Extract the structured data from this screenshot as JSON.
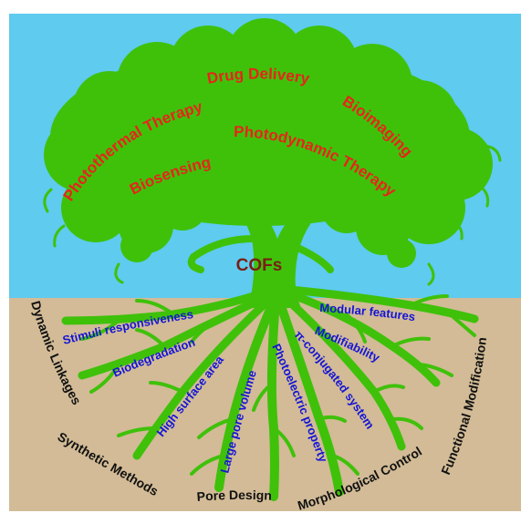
{
  "colors": {
    "sky": "#5ecbef",
    "soil": "#d2bb96",
    "tree": "#3fc10a",
    "crown_text": "#e8241a",
    "root_text": "#1414d6",
    "core_text": "#7a1e14",
    "base_text": "#111111"
  },
  "tree": {
    "core_label": "COFs",
    "applications": [
      "Drug Delivery",
      "Photothermal Therapy",
      "Bioimaging",
      "Photodynamic Therapy",
      "Biosensing"
    ],
    "properties": [
      "Stimuli responsiveness",
      "Biodegradation",
      "High surface area",
      "Large pore volume",
      "Photoelectric property",
      "π-conjugated system",
      "Modifiability",
      "Modular features"
    ],
    "strategies": [
      "Dynamic Linkages",
      "Synthetic Methods",
      "Pore Design",
      "Morphological Control",
      "Functional Modification"
    ]
  }
}
